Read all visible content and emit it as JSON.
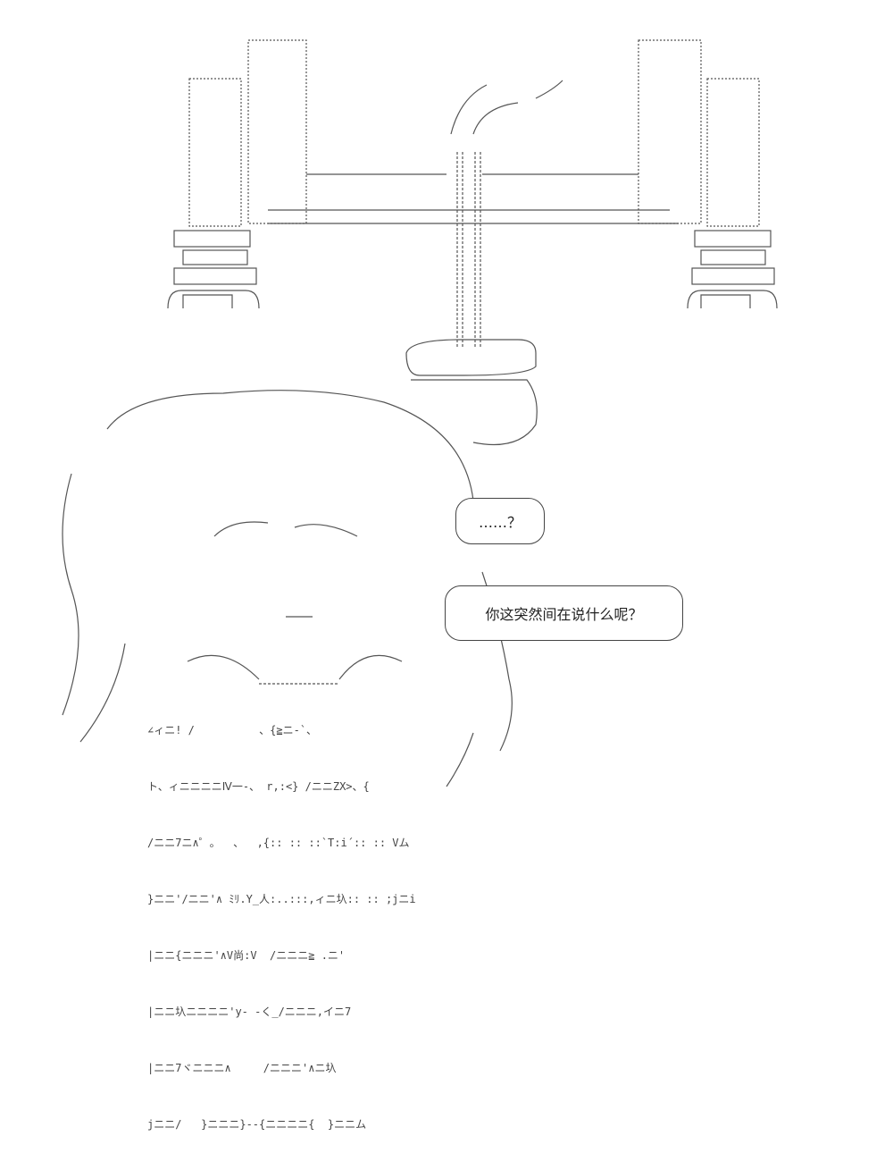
{
  "bubbles": {
    "small": {
      "text": "……？"
    },
    "large": {
      "text": "你这突然间在说什么呢？"
    }
  },
  "art_lines": {
    "bottom": [
      "∠ィニ! /          、{≧ニ-`、",
      "ト、ィニニニニⅣ一‐、 r,:<} /ニニZX>、{",
      "/ニニ7ニ∧゜。  、  ,{:: :: ::`T:i´:: :: Vム",
      "}ニニ'/ニニ'∧ ﾐﾘ.Y_人:..:::,ィニ圦:: :: ;jニi",
      "|ニニ{ニニニ'∧V尚:V  /ニニニ≧ .ニ'",
      "|ニニ圦ニニニニ'y- -く_/ニニニ,イニ7",
      "|ニニ7ヾニニニ∧     /ニニニ'∧ニ圦",
      "jニニ/   }ニニニ}--{ニニニニ{  }ニニム"
    ]
  },
  "colors": {
    "line": "#444444",
    "background": "#ffffff"
  }
}
